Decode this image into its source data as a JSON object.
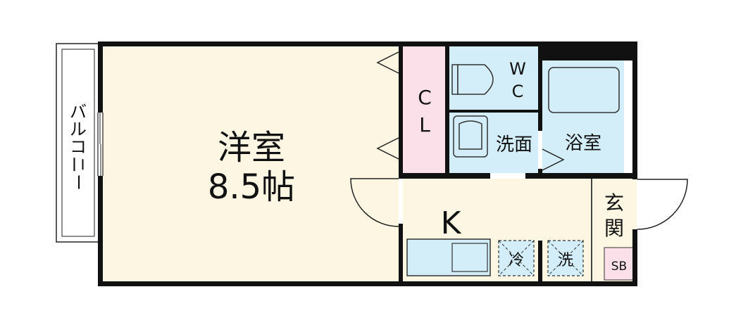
{
  "rooms": {
    "western": {
      "name": "洋室",
      "size": "8.5帖"
    },
    "closet": {
      "line1": "C",
      "line2": "L"
    },
    "toilet": {
      "line1": "W",
      "line2": "C"
    },
    "washroom": "洗面",
    "bath": "浴室",
    "kitchen": "K",
    "entrance": {
      "line1": "玄",
      "line2": "関"
    },
    "shoebox": "SB"
  },
  "balcony": [
    "バ",
    "ル",
    "コ",
    "ニ",
    "ー"
  ],
  "appliances": {
    "fridge": "冷",
    "washer": "洗"
  },
  "colors": {
    "floor": "#fdf6e3",
    "wet_area": "#d3eef8",
    "closet": "#fbe0ea",
    "wall": "#111111"
  }
}
